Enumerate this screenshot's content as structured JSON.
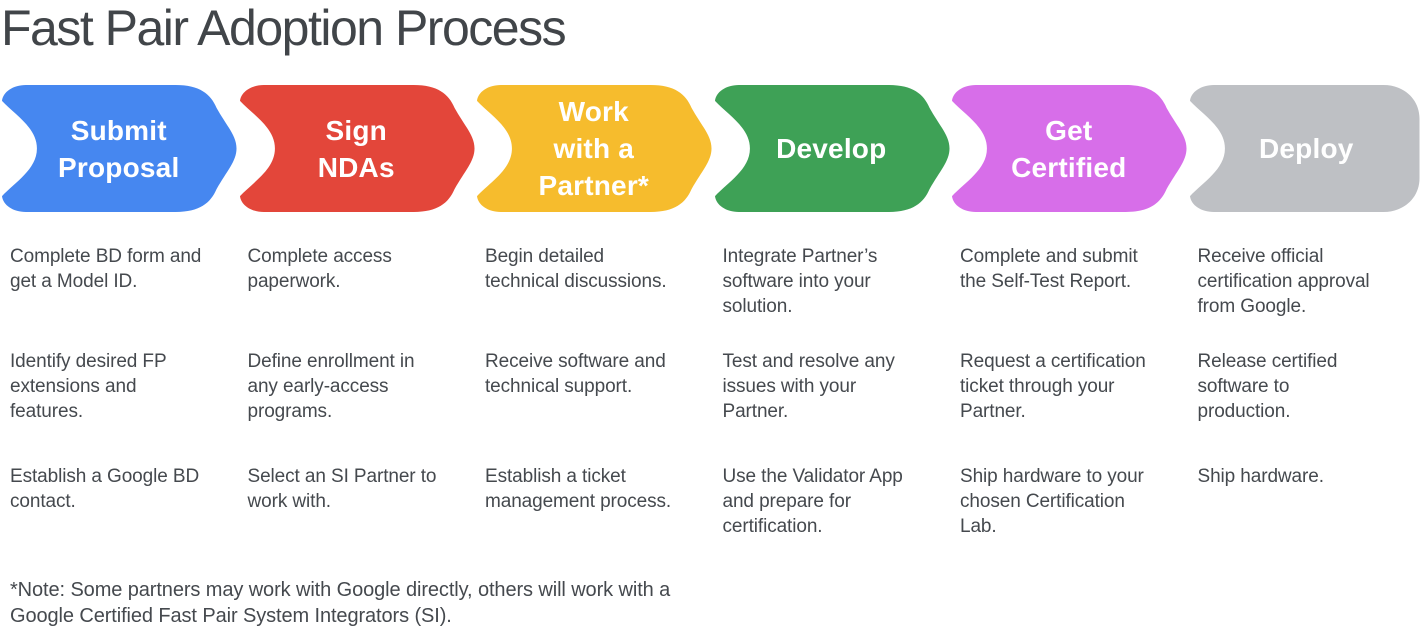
{
  "title": "Fast Pair Adoption Process",
  "colors": {
    "title_text": "#414549",
    "body_text": "#45494E",
    "stage_label_text": "#FFFFFF",
    "blue": "#4687F0",
    "red": "#E3463A",
    "yellow": "#F6BC2D",
    "green": "#3EA156",
    "magenta": "#D76EE9",
    "gray": "#BEC0C4"
  },
  "stages": [
    {
      "label": "Submit\nProposal",
      "color": "#4687F0",
      "items": [
        "Complete BD form and\nget a Model ID.",
        "Identify desired FP\nextensions and\nfeatures.",
        "Establish a Google BD\ncontact."
      ]
    },
    {
      "label": "Sign\nNDAs",
      "color": "#E3463A",
      "items": [
        "Complete access\npaperwork.",
        "Define enrollment in\nany early-access\nprograms.",
        "Select an SI Partner to\nwork with."
      ]
    },
    {
      "label": "Work\nwith a\nPartner*",
      "color": "#F6BC2D",
      "items": [
        "Begin detailed\ntechnical discussions.",
        "Receive software and\ntechnical support.",
        "Establish a ticket\nmanagement process."
      ]
    },
    {
      "label": "Develop",
      "color": "#3EA156",
      "items": [
        "Integrate Partner’s\nsoftware into your\nsolution.",
        "Test and resolve any\nissues with your\nPartner.",
        "Use the Validator App\nand prepare for\ncertification."
      ]
    },
    {
      "label": "Get\nCertified",
      "color": "#D76EE9",
      "items": [
        "Complete and submit\nthe Self-Test Report.",
        "Request a certification\nticket through your\nPartner.",
        "Ship hardware to your\nchosen Certification\nLab."
      ]
    },
    {
      "label": "Deploy",
      "color": "#BEC0C4",
      "items": [
        "Receive official\ncertification approval\nfrom Google.",
        "Release certified\nsoftware to\nproduction.",
        "Ship hardware."
      ]
    }
  ],
  "footnote": "*Note: Some partners may work with Google directly, others will work with a\nGoogle Certified Fast Pair System Integrators (SI)."
}
